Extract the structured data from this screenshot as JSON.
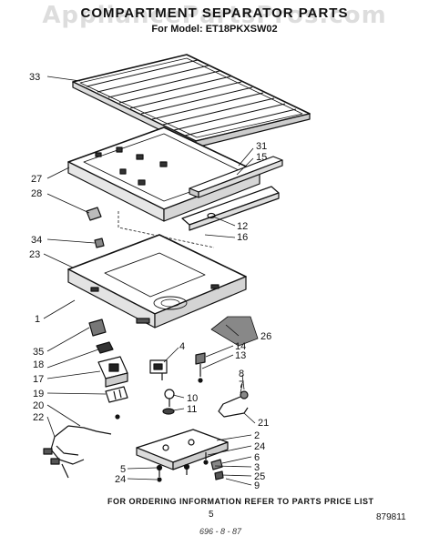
{
  "header": {
    "title": "COMPARTMENT SEPARATOR PARTS",
    "model": "For Model: ET18PKXSW02",
    "watermark": "AppliancePartsPros.com"
  },
  "callouts": [
    {
      "id": "c33",
      "label": "33"
    },
    {
      "id": "c31",
      "label": "31"
    },
    {
      "id": "c15",
      "label": "15"
    },
    {
      "id": "c27",
      "label": "27"
    },
    {
      "id": "c28",
      "label": "28"
    },
    {
      "id": "c12",
      "label": "12"
    },
    {
      "id": "c16",
      "label": "16"
    },
    {
      "id": "c34",
      "label": "34"
    },
    {
      "id": "c23",
      "label": "23"
    },
    {
      "id": "c1",
      "label": "1"
    },
    {
      "id": "c26",
      "label": "26"
    },
    {
      "id": "c35",
      "label": "35"
    },
    {
      "id": "c4",
      "label": "4"
    },
    {
      "id": "c14",
      "label": "14"
    },
    {
      "id": "c13",
      "label": "13"
    },
    {
      "id": "c18",
      "label": "18"
    },
    {
      "id": "c17",
      "label": "17"
    },
    {
      "id": "c8",
      "label": "8"
    },
    {
      "id": "c7",
      "label": "7"
    },
    {
      "id": "c10",
      "label": "10"
    },
    {
      "id": "c11",
      "label": "11"
    },
    {
      "id": "c19",
      "label": "19"
    },
    {
      "id": "c20",
      "label": "20"
    },
    {
      "id": "c22",
      "label": "22"
    },
    {
      "id": "c21",
      "label": "21"
    },
    {
      "id": "c2",
      "label": "2"
    },
    {
      "id": "c24a",
      "label": "24"
    },
    {
      "id": "c6",
      "label": "6"
    },
    {
      "id": "c3",
      "label": "3"
    },
    {
      "id": "c5",
      "label": "5"
    },
    {
      "id": "c25",
      "label": "25"
    },
    {
      "id": "c24b",
      "label": "24"
    },
    {
      "id": "c9",
      "label": "9"
    }
  ],
  "footer": {
    "ordering_note": "FOR ORDERING INFORMATION REFER TO PARTS PRICE LIST",
    "page_number": "5",
    "doc_code": "879811",
    "handwritten": "696 - 8 - 87"
  }
}
